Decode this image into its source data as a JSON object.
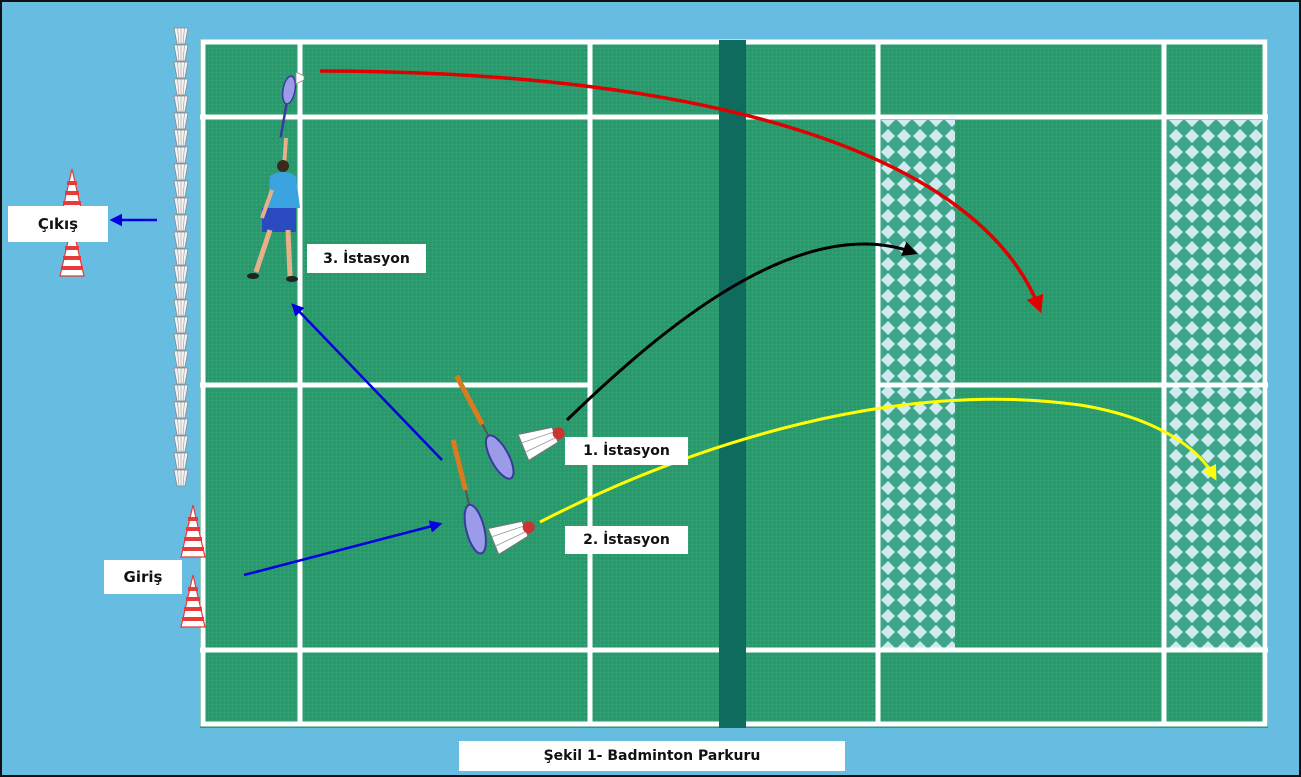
{
  "labels": {
    "exit": "Çıkış",
    "entry": "Giriş",
    "station1": "1. İstasyon",
    "station2": "2. İstasyon",
    "station3": "3. İstasyon",
    "caption": "Şekil 1-  Badminton Parkuru"
  },
  "colors": {
    "background": "#66BDE1",
    "court": "#2A9B6E",
    "court_lines": "#FFFFFF",
    "net": "#0F6B5E",
    "target_zone": "#BFE4EA",
    "arrow_station1": "#000000",
    "arrow_station2": "#FFFF00",
    "arrow_station3": "#E10000",
    "path_arrows": "#0000E0",
    "cones": "#E83A3A"
  },
  "icons": [
    "shuttlecock-icon",
    "racket-icon",
    "player-icon",
    "cone-icon"
  ]
}
